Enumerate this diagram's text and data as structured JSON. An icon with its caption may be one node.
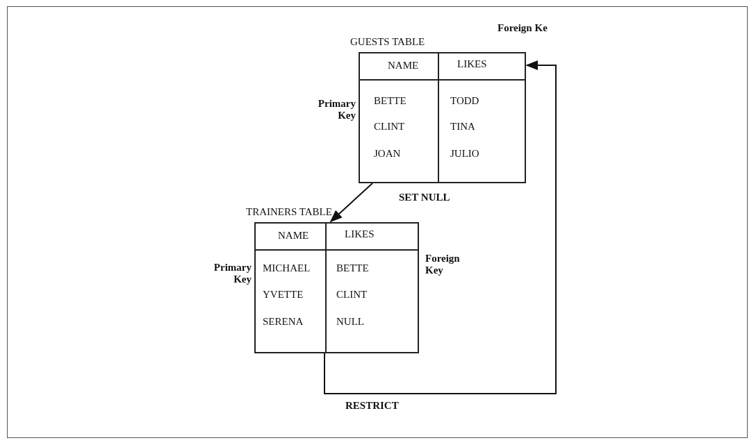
{
  "diagram": {
    "nodes": [
      {
        "text": [
          "GUESTS TABLE",
          "NAME",
          "LIKES",
          "BETTE",
          "TODD",
          "CLINT",
          "TINA",
          "JOAN",
          "JULIO"
        ],
        "beside": [
          "Primary Key",
          "Foreign Ke"
        ]
      },
      {
        "text": [
          "TRAINERS TABLE",
          "NAME",
          "LIKES",
          "MICHAEL",
          "BETTE",
          "YVETTE",
          "CLINT",
          "SERENA",
          "NULL"
        ],
        "beside": [
          "Primary Key",
          "Foreign Key"
        ]
      }
    ],
    "edges": [
      {
        "from": 0,
        "to": 1,
        "arrow": "to",
        "label": "SET NULL"
      },
      {
        "from": 1,
        "to": 0,
        "arrow": "to",
        "label": "RESTRICT"
      }
    ]
  }
}
